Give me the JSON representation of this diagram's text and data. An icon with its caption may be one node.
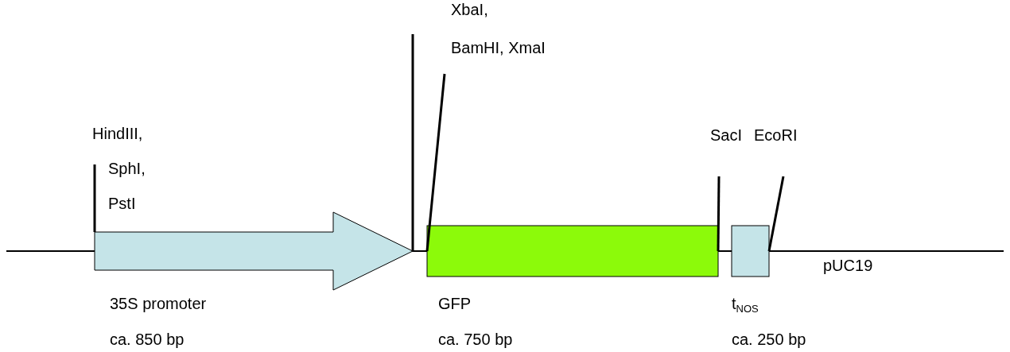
{
  "diagram": {
    "nodes": [
      {
        "text": [
          "35S promoter"
        ],
        "beside": [
          "ca. 850 bp"
        ]
      },
      {
        "text": [
          "GFP"
        ],
        "beside": [
          "ca. 750 bp"
        ]
      },
      {
        "text": [
          "t$_{NOS}$"
        ],
        "beside": [
          "ca. 250 bp"
        ]
      },
      {
        "text": [
          "HindIII, SphI, PstI"
        ]
      },
      {
        "text": [
          "XbaI,"
        ]
      },
      {
        "text": [
          "BamHI, XmaI"
        ]
      },
      {
        "text": [
          "SacI"
        ]
      },
      {
        "text": [
          "EcoRI"
        ]
      }
    ],
    "edges": [
      {
        "from": 3,
        "to": 0,
        "arrow": "none"
      },
      {
        "from": 4,
        "to": 0,
        "arrow": "none"
      },
      {
        "from": 5,
        "to": 1,
        "arrow": "none"
      },
      {
        "from": 6,
        "to": 1,
        "arrow": "none"
      },
      {
        "from": 7,
        "to": 2,
        "arrow": "none"
      }
    ],
    "labels": [
      "pUC19"
    ]
  }
}
